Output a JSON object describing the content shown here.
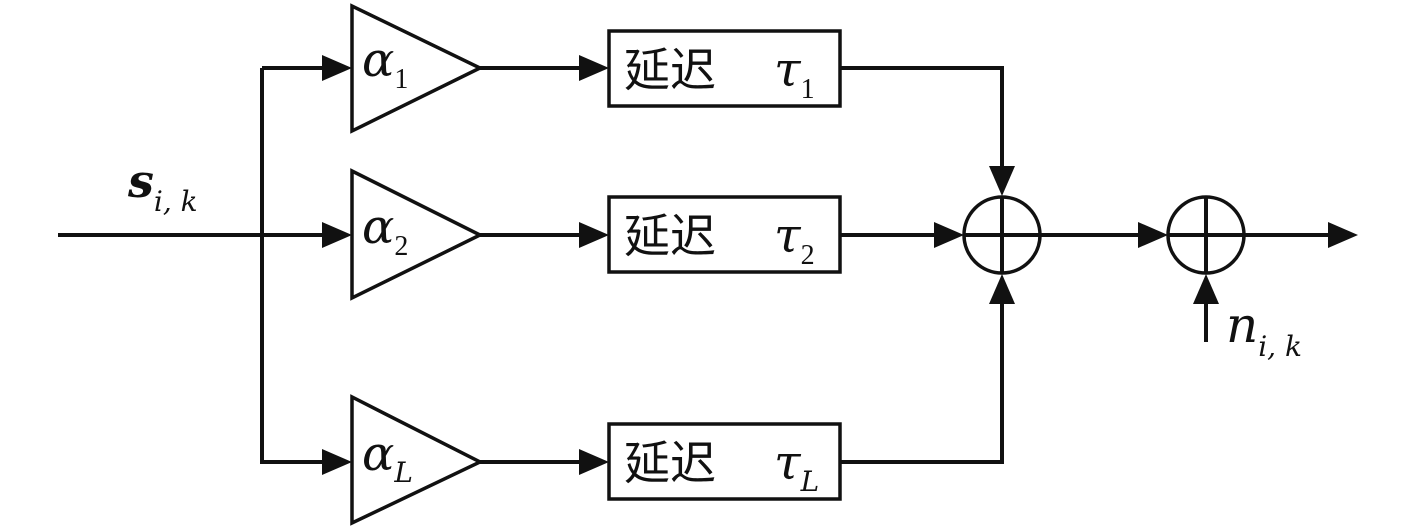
{
  "input_label": {
    "symbol": "s",
    "subscript": "i, k"
  },
  "noise_label": {
    "symbol": "n",
    "subscript": "i, k"
  },
  "branches": [
    {
      "gain_symbol": "α",
      "gain_index": "1",
      "delay_text": "延迟",
      "delay_symbol": "τ",
      "delay_index": "1"
    },
    {
      "gain_symbol": "α",
      "gain_index": "2",
      "delay_text": "延迟",
      "delay_symbol": "τ",
      "delay_index": "2"
    },
    {
      "gain_symbol": "α",
      "gain_index": "L",
      "delay_text": "延迟",
      "delay_symbol": "τ",
      "delay_index": "L"
    }
  ]
}
